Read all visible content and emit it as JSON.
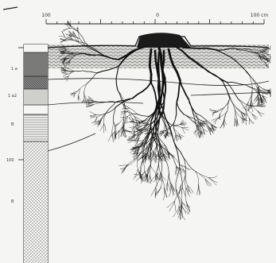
{
  "scale": {
    "left_label": "100",
    "center_label": "0",
    "right_label": "100 cm"
  },
  "horizons": [
    {
      "label": "",
      "pattern": "blank"
    },
    {
      "label": "",
      "pattern": "dark"
    },
    {
      "label": "1 a",
      "pattern": "hatched"
    },
    {
      "label": "1 a2",
      "pattern": "light"
    },
    {
      "label": "B",
      "pattern": "blank"
    },
    {
      "label": "",
      "pattern": "lines"
    },
    {
      "label": "100",
      "pattern": "blank"
    },
    {
      "label": "B",
      "pattern": "dotted"
    }
  ],
  "colors": {
    "ink": "#111111",
    "paper": "#f5f5f3"
  }
}
